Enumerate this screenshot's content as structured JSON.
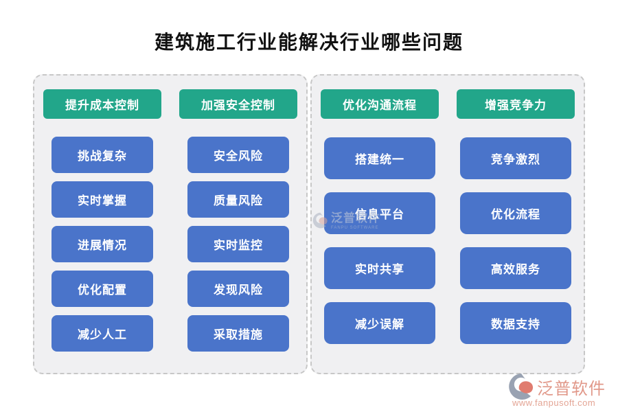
{
  "title": "建筑施工行业能解决行业哪些问题",
  "panels": [
    {
      "columns": [
        {
          "header": "提升成本控制",
          "items": [
            "挑战复杂",
            "实时掌握",
            "进展情况",
            "优化配置",
            "减少人工"
          ]
        },
        {
          "header": "加强安全控制",
          "items": [
            "安全风险",
            "质量风险",
            "实时监控",
            "发现风险",
            "采取措施"
          ]
        }
      ]
    },
    {
      "columns": [
        {
          "header": "优化沟通流程",
          "items": [
            "搭建统一",
            "信息平台",
            "实时共享",
            "减少误解"
          ]
        },
        {
          "header": "增强竞争力",
          "items": [
            "竞争激烈",
            "优化流程",
            "高效服务",
            "数据支持"
          ]
        }
      ]
    }
  ],
  "watermark": {
    "brand": "泛普软件",
    "sub": "FANPU SOFTWARE"
  },
  "footer": {
    "brand": "泛普软件",
    "url": "www.fanpusoft.com"
  },
  "colors": {
    "header_green": "#22a68a",
    "item_blue": "#4a74ca",
    "panel_bg": "#f0f0f2",
    "panel_border": "#c7c7c7",
    "title_text": "#111111",
    "footer_brand": "#dd8a79",
    "footer_url": "#e09886",
    "logo_slate": "#8c96a8",
    "logo_red": "#dc6a5c"
  }
}
